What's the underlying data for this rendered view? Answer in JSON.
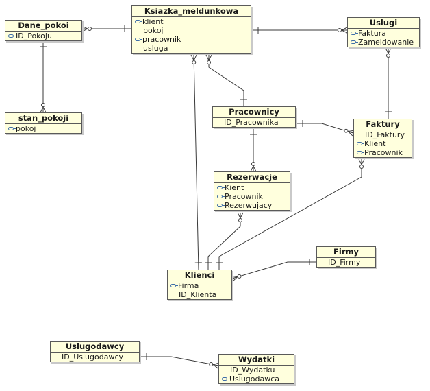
{
  "entities": {
    "dane_pokoi": {
      "title": "Dane_pokoi",
      "attrs": [
        {
          "text": "ID_Pokoju",
          "key": true
        }
      ]
    },
    "ksiazka": {
      "title": "Ksiazka_meldunkowa",
      "attrs": [
        {
          "text": "klient",
          "key": true
        },
        {
          "text": "pokoj",
          "key": false
        },
        {
          "text": "pracownik",
          "key": true
        },
        {
          "text": "usluga",
          "key": false
        }
      ]
    },
    "uslugi": {
      "title": "Uslugi",
      "attrs": [
        {
          "text": "Faktura",
          "key": true
        },
        {
          "text": "Zameldowanie",
          "key": true
        }
      ]
    },
    "stan_pokoji": {
      "title": "stan_pokoji",
      "attrs": [
        {
          "text": "pokoj",
          "key": true
        }
      ]
    },
    "pracownicy": {
      "title": "Pracownicy",
      "attrs": [
        {
          "text": "ID_Pracownika",
          "key": false
        }
      ]
    },
    "faktury": {
      "title": "Faktury",
      "attrs": [
        {
          "text": "ID_Faktury",
          "key": false
        },
        {
          "text": "Klient",
          "key": true
        },
        {
          "text": "Pracownik",
          "key": true
        }
      ]
    },
    "rezerwacje": {
      "title": "Rezerwacje",
      "attrs": [
        {
          "text": "Kient",
          "key": true
        },
        {
          "text": "Pracownik",
          "key": true
        },
        {
          "text": "Rezerwujacy",
          "key": true
        }
      ]
    },
    "firmy": {
      "title": "Firmy",
      "attrs": [
        {
          "text": "ID_Firmy",
          "key": false
        }
      ]
    },
    "klienci": {
      "title": "Klienci",
      "attrs": [
        {
          "text": "Firma",
          "key": true
        },
        {
          "text": "ID_Klienta",
          "key": false
        }
      ]
    },
    "uslugodawcy": {
      "title": "Uslugodawcy",
      "attrs": [
        {
          "text": "ID_Uslugodawcy",
          "key": false
        }
      ]
    },
    "wydatki": {
      "title": "Wydatki",
      "attrs": [
        {
          "text": "ID_Wydatku",
          "key": false
        },
        {
          "text": "Uslugodawca",
          "key": true
        }
      ]
    }
  },
  "colors": {
    "entity_fill": "#ffffdd",
    "border": "#5a5a5a",
    "line": "#3a3a3a",
    "key_icon": "#3f6ea8"
  }
}
